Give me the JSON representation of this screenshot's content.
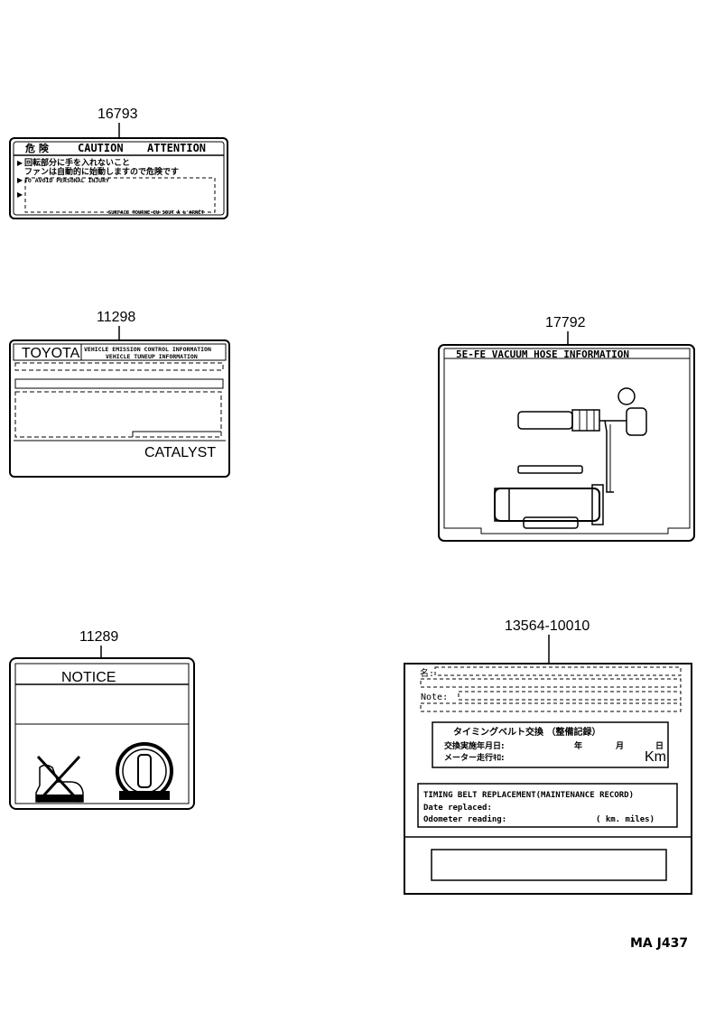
{
  "diagram_code": "MA J437",
  "parts": [
    {
      "part_number": "16793",
      "label": {
        "header": [
          "危  険",
          "CAUTION",
          "ATTENTION"
        ],
        "jp_line1": "回転部分に手を入れないこと",
        "jp_line2": "ファンは自動的に始動しますので危険です",
        "en_line": "TO AVOID PERSONAL INJURY",
        "footer": "SURFACE TOURNE OU SOUT À L'ARRÊT"
      }
    },
    {
      "part_number": "11298",
      "label": {
        "brand": "TOYOTA",
        "header_line1": "VEHICLE EMISSION CONTROL INFORMATION",
        "header_line2": "VEHICLE TUNEUP INFORMATION",
        "footer": "CATALYST"
      }
    },
    {
      "part_number": "17792",
      "label": {
        "title": "5E-FE VACUUM HOSE INFORMATION"
      }
    },
    {
      "part_number": "11289",
      "label": {
        "title": "NOTICE"
      }
    },
    {
      "part_number": "13564-10010",
      "label": {
        "row1_prefix": "名:",
        "row3_prefix": "Note:",
        "jp_title": "タイミングベルト交換 （整備記録）",
        "jp_date_label": "交換実施年月日:",
        "jp_year": "年",
        "jp_month": "月",
        "jp_day": "日",
        "jp_odo_label": "メーター走行ｷﾛ:",
        "jp_unit": "Km",
        "en_title": "TIMING BELT REPLACEMENT(MAINTENANCE RECORD)",
        "en_date_label": "Date replaced:",
        "en_odo_label": "Odometer reading:",
        "en_unit": "( km. miles)"
      }
    }
  ]
}
